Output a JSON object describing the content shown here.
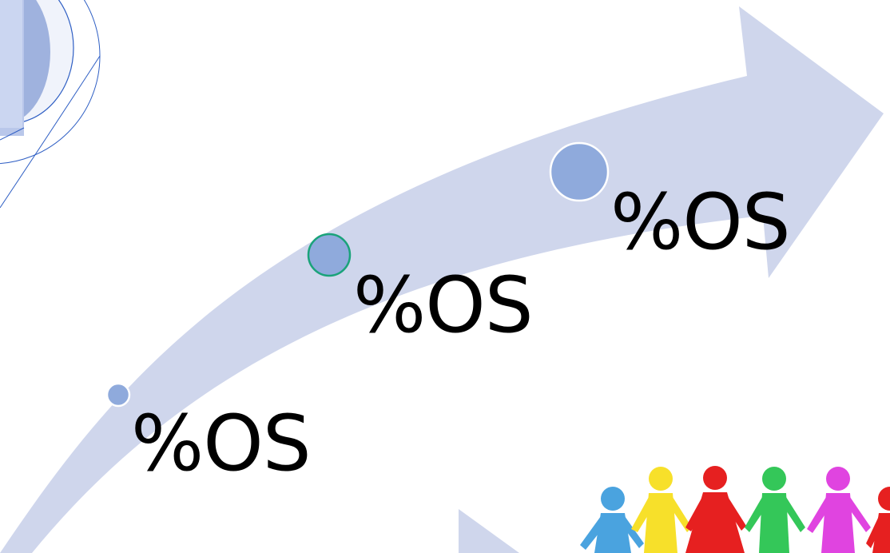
{
  "stages": [
    {
      "label": "%OS"
    },
    {
      "label": "%OS"
    },
    {
      "label": "%OS"
    }
  ],
  "colors": {
    "arrow": "#cfd6ec",
    "marker_fill": "#8faadc",
    "marker_border": "#ffffff",
    "marker_border_accent": "#1aa37a",
    "corner_ring": "#2f5fc4",
    "corner_fill": "#aab8e0",
    "figures": [
      "#4aa3df",
      "#f7e02a",
      "#e62020",
      "#34c759",
      "#e044e0",
      "#e62020"
    ]
  },
  "icons": {
    "corner_decoration": "overlapping-rings-icon",
    "people": "holding-hands-people-icon"
  }
}
